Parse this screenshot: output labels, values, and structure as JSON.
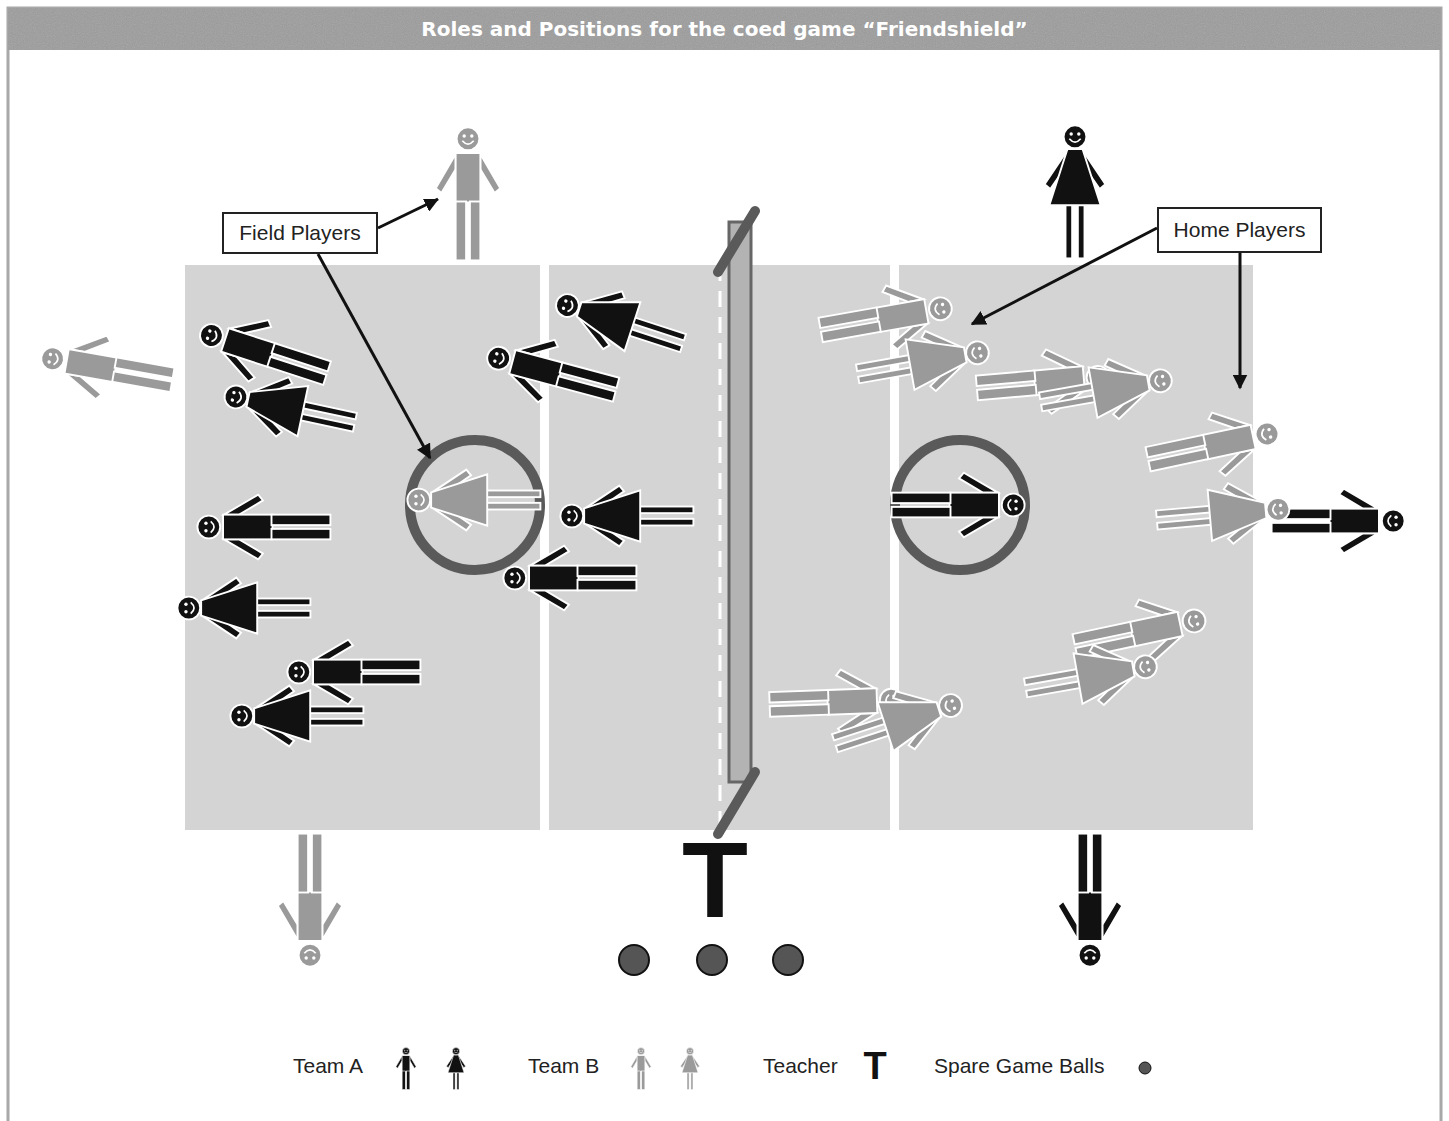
{
  "diagram": {
    "title": "Roles and Positions for the coed game “Friendshield”",
    "nodes": [
      {
        "text": [
          "Field Players"
        ]
      },
      {
        "text": [
          "Home Players"
        ]
      }
    ],
    "labels": [
      "T",
      "T"
    ],
    "legend": [
      {
        "text": "Team A"
      },
      {
        "text": "Team B"
      },
      {
        "text": "Teacher"
      },
      {
        "text": "Spare Game Balls"
      }
    ]
  }
}
